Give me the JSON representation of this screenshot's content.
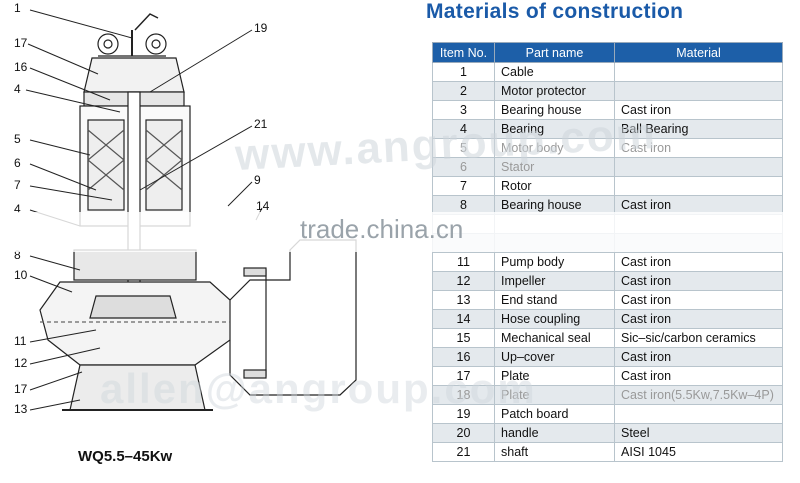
{
  "diagram": {
    "model_label": "WQ5.5–45Kw",
    "callouts": [
      "1",
      "17",
      "16",
      "4",
      "5",
      "6",
      "7",
      "4",
      "8",
      "10",
      "11",
      "12",
      "17",
      "13",
      "19",
      "21",
      "9",
      "14"
    ]
  },
  "materials": {
    "title": "Materials of construction",
    "headers": [
      "Item No.",
      "Part name",
      "Material"
    ],
    "rows": [
      {
        "no": "1",
        "part": "Cable",
        "material": ""
      },
      {
        "no": "2",
        "part": "Motor protector",
        "material": ""
      },
      {
        "no": "3",
        "part": "Bearing house",
        "material": "Cast iron"
      },
      {
        "no": "4",
        "part": "Bearing",
        "material": "Ball Bearing"
      },
      {
        "no": "5",
        "part": "Motor body",
        "material": "Cast iron"
      },
      {
        "no": "6",
        "part": "Stator",
        "material": ""
      },
      {
        "no": "7",
        "part": "Rotor",
        "material": ""
      },
      {
        "no": "8",
        "part": "Bearing house",
        "material": "Cast iron"
      },
      {
        "no": "",
        "part": "",
        "material": ""
      },
      {
        "no": "",
        "part": "",
        "material": ""
      },
      {
        "no": "11",
        "part": "Pump body",
        "material": "Cast iron"
      },
      {
        "no": "12",
        "part": "Impeller",
        "material": "Cast iron"
      },
      {
        "no": "13",
        "part": "End stand",
        "material": "Cast iron"
      },
      {
        "no": "14",
        "part": "Hose coupling",
        "material": "Cast iron"
      },
      {
        "no": "15",
        "part": "Mechanical seal",
        "material": "Sic–sic/carbon ceramics"
      },
      {
        "no": "16",
        "part": "Up–cover",
        "material": "Cast iron"
      },
      {
        "no": "17",
        "part": "Plate",
        "material": "Cast iron"
      },
      {
        "no": "18",
        "part": "Plate",
        "material": "Cast iron(5.5Kw,7.5Kw–4P)"
      },
      {
        "no": "19",
        "part": "Patch board",
        "material": ""
      },
      {
        "no": "20",
        "part": "handle",
        "material": "Steel"
      },
      {
        "no": "21",
        "part": "shaft",
        "material": "AISI 1045"
      }
    ]
  },
  "watermarks": {
    "url": "www.angroup.com",
    "trade": "trade.china.cn",
    "email": "allen@angroup.com"
  },
  "colors": {
    "title": "#1a5aa8",
    "header_bg": "#1d5fa8",
    "row_alt": "#e4e9ed"
  }
}
